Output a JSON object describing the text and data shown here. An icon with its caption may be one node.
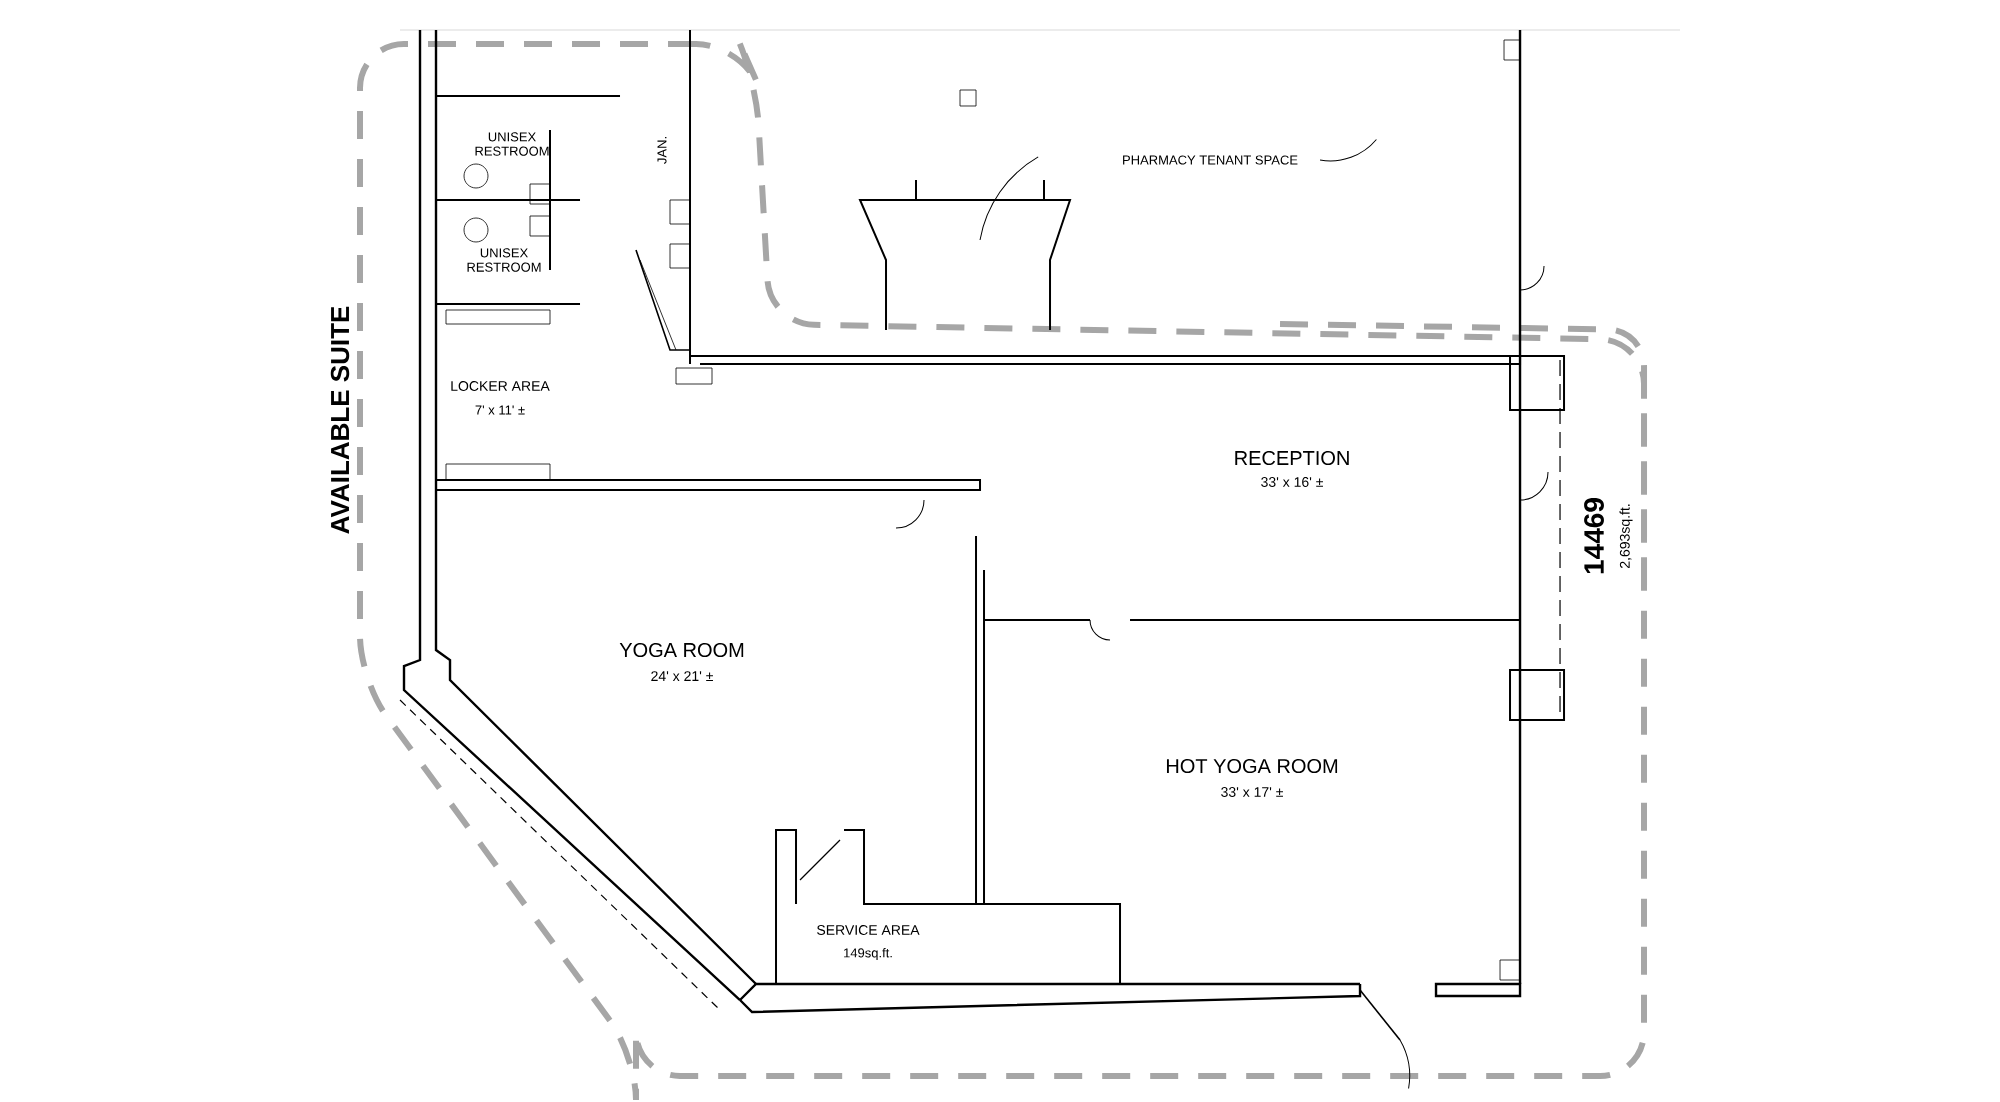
{
  "diagram": {
    "labels": [
      "UNISEX RESTROOM",
      "JAN.",
      "UNISEX RESTROOM",
      "PHARMACY TENANT SPACE",
      "LOCKER AREA",
      "7' x 11' ±",
      "RECEPTION",
      "33' x 16' ±",
      "AVAILABLE SUITE",
      "14469",
      "2,693sq.ft.",
      "YOGA ROOM",
      "24' x 21' ±",
      "HOT YOGA ROOM",
      "33' x 17' ±",
      "SERVICE AREA",
      "149sq.ft."
    ]
  }
}
